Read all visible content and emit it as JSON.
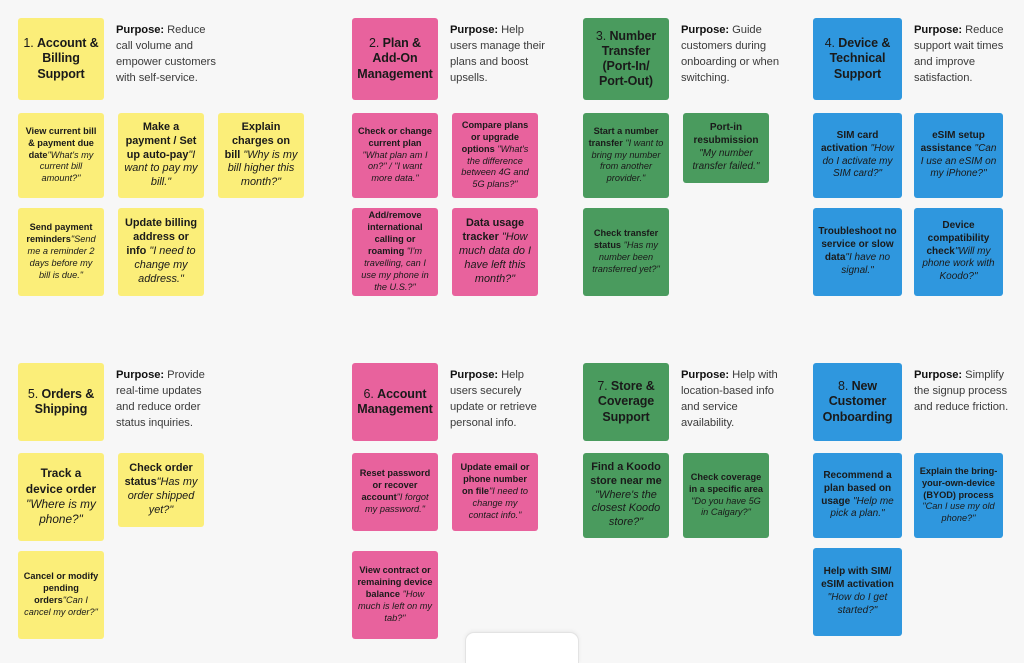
{
  "canvas": {
    "background": "#f7f7f7",
    "palette": {
      "yellow": "#fbee79",
      "pink": "#e8629d",
      "green": "#4a9b5e",
      "blue": "#2f97de"
    }
  },
  "sections": [
    {
      "number": "1.",
      "title": "Account & Billing Support",
      "color": "yellow",
      "purpose_label": "Purpose:",
      "purpose_text": " Reduce call volume and empower customers with self-service.",
      "cards": [
        {
          "title": "View current bill & payment due date",
          "quote": "\"What's my current bill amount?\""
        },
        {
          "title": "Make a payment / Set up auto-pay",
          "quote": "\"I want to pay my bill.\""
        },
        {
          "title": "Explain charges on bill",
          "quote": "\"Why is my bill higher this month?\""
        },
        {
          "title": "Send payment reminders",
          "quote": "\"Send me a reminder 2 days before my bill is due.\""
        },
        {
          "title": "Update billing address or info",
          "quote": "\"I need to change my address.\""
        }
      ]
    },
    {
      "number": "2.",
      "title": "Plan & Add-On Management",
      "color": "pink",
      "purpose_label": "Purpose:",
      "purpose_text": " Help users manage their plans and boost upsells.",
      "cards": [
        {
          "title": "Check or change current plan",
          "quote": "\"What plan am I on?\" / \"I want more data.\""
        },
        {
          "title": "Compare plans or upgrade options",
          "quote": "\"What's the difference between 4G and 5G plans?\""
        },
        {
          "title": "Add/remove international calling or roaming",
          "quote": "\"I'm travelling, can I use my phone in the U.S.?\""
        },
        {
          "title": "Data usage tracker",
          "quote": "\"How much data do I have left this month?\""
        }
      ]
    },
    {
      "number": "3.",
      "title": "Number Transfer (Port-In/ Port-Out)",
      "color": "green",
      "purpose_label": "Purpose:",
      "purpose_text": " Guide customers during onboarding or when switching.",
      "cards": [
        {
          "title": "Start a number transfer",
          "quote": "\"I want to bring my number from another provider.\""
        },
        {
          "title": "Port-in resubmission",
          "quote": "\"My number transfer failed.\""
        },
        {
          "title": "Check transfer status",
          "quote": "\"Has my number been transferred yet?\""
        }
      ]
    },
    {
      "number": "4.",
      "title": "Device & Technical Support",
      "color": "blue",
      "purpose_label": "Purpose:",
      "purpose_text": " Reduce support wait times and improve satisfaction.",
      "cards": [
        {
          "title": "SIM card activation",
          "quote": "\"How do I activate my SIM card?\""
        },
        {
          "title": "eSIM setup assistance",
          "quote": "\"Can I use an eSIM on my iPhone?\""
        },
        {
          "title": "Troubleshoot no service or slow data",
          "quote": "\"I have no signal.\""
        },
        {
          "title": "Device compatibility check",
          "quote": "\"Will my phone work with Koodo?\""
        }
      ]
    },
    {
      "number": "5.",
      "title": "Orders & Shipping",
      "color": "yellow",
      "purpose_label": "Purpose:",
      "purpose_text": " Provide real-time updates and reduce order status inquiries.",
      "cards": [
        {
          "title": "Track a device order",
          "quote": "\"Where is my phone?\""
        },
        {
          "title": "Check order status",
          "quote": "\"Has my order shipped yet?\""
        },
        {
          "title": "Cancel or modify pending orders",
          "quote": "\"Can I cancel my order?\""
        }
      ]
    },
    {
      "number": "6.",
      "title": "Account Management",
      "color": "pink",
      "purpose_label": "Purpose:",
      "purpose_text": " Help users securely update or retrieve personal info.",
      "cards": [
        {
          "title": "Reset password or recover account",
          "quote": "\"I forgot my password.\""
        },
        {
          "title": "Update email or phone number on file",
          "quote": "\"I need to change my contact info.\""
        },
        {
          "title": "View contract or remaining device balance",
          "quote": "\"How much is left on my tab?\""
        }
      ]
    },
    {
      "number": "7.",
      "title": "Store & Coverage Support",
      "color": "green",
      "purpose_label": "Purpose:",
      "purpose_text": " Help with location-based info and service availability.",
      "cards": [
        {
          "title": "Find a Koodo store near me",
          "quote": "\"Where's the closest Koodo store?\""
        },
        {
          "title": "Check coverage in a specific area",
          "quote": "\"Do you have 5G in Calgary?\""
        }
      ]
    },
    {
      "number": "8.",
      "title": "New Customer Onboarding",
      "color": "blue",
      "purpose_label": "Purpose:",
      "purpose_text": " Simplify the signup process and reduce friction.",
      "cards": [
        {
          "title": "Recommend a plan based on usage",
          "quote": "\"Help me pick a plan.\""
        },
        {
          "title": "Explain the bring-your-own-device (BYOD) process",
          "quote": "\"Can I use my old phone?\""
        },
        {
          "title": "Help with SIM/ eSIM activation",
          "quote": "\"How do I get started?\""
        }
      ]
    }
  ]
}
